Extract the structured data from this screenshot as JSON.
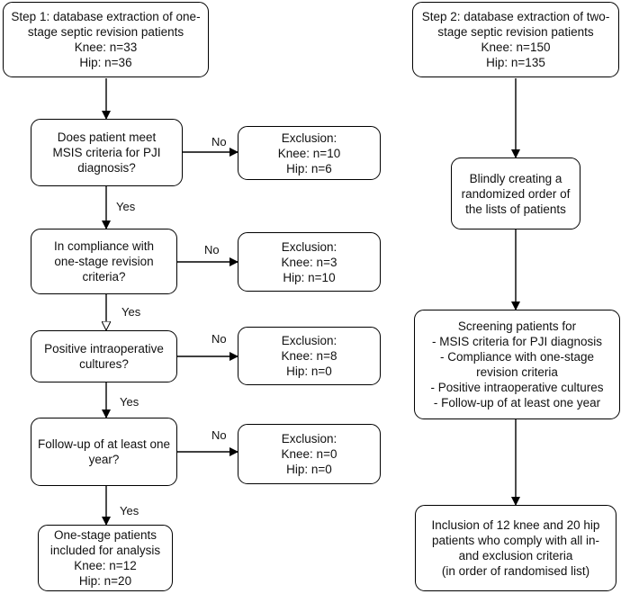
{
  "left": {
    "step1": [
      "Step 1: database extraction of one-",
      "stage septic revision patients",
      "Knee: n=33",
      "Hip: n=36"
    ],
    "q1": [
      "Does patient meet",
      "MSIS criteria for PJI",
      "diagnosis?"
    ],
    "q2": [
      "In compliance with",
      "one-stage revision",
      "criteria?"
    ],
    "q3": [
      "Positive intraoperative",
      "cultures?"
    ],
    "q4": [
      "Follow-up of at least one",
      "year?"
    ],
    "final": [
      "One-stage patients",
      "included for analysis",
      "Knee: n=12",
      "Hip: n=20"
    ]
  },
  "exclusions": {
    "ex1": [
      "Exclusion:",
      "Knee: n=10",
      "Hip: n=6"
    ],
    "ex2": [
      "Exclusion:",
      "Knee: n=3",
      "Hip: n=10"
    ],
    "ex3": [
      "Exclusion:",
      "Knee: n=8",
      "Hip: n=0"
    ],
    "ex4": [
      "Exclusion:",
      "Knee: n=0",
      "Hip: n=0"
    ]
  },
  "right": {
    "step2": [
      "Step 2: database extraction of two-",
      "stage septic revision patients",
      "Knee: n=150",
      "Hip: n=135"
    ],
    "random": [
      "Blindly creating a",
      "randomized order of",
      "the lists of patients"
    ],
    "screen": [
      "Screening patients for",
      "- MSIS criteria for PJI diagnosis",
      "- Compliance with one-stage",
      "revision criteria",
      "- Positive intraoperative cultures",
      "- Follow-up of at least one year"
    ],
    "inclusion": [
      "Inclusion of 12 knee and 20 hip",
      "patients who comply with all in-",
      "and exclusion criteria",
      "(in order of randomised list)"
    ]
  },
  "edge_labels": {
    "no1": "No",
    "no2": "No",
    "no3": "No",
    "no4": "No",
    "yes1": "Yes",
    "yes2": "Yes",
    "yes3": "Yes",
    "yes4": "Yes"
  }
}
